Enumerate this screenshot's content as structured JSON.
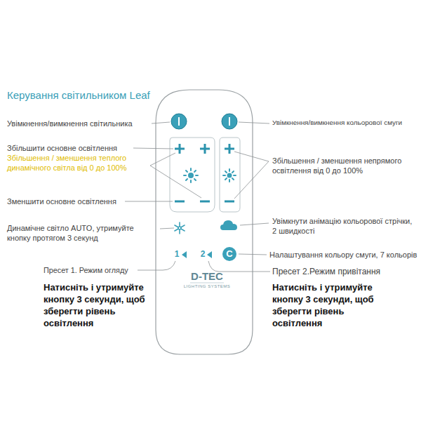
{
  "diagram": {
    "title": "Керування світильником Leaf",
    "labels": [
      "Увімкнення/вимкнення світильника",
      "Збільшити основне освітлення",
      "Збільшення / зменшення теплого динамічного світла від 0 до 100%",
      "Зменшити основне освітлення",
      "Динамічне світло AUTO, утримуйте кнопку протягом 3 секунд",
      "Пресет 1. Режим огляду",
      "Натисніть і утримуйте кнопку 3 секунди, щоб зберегти рівень освітлення",
      "Увімкнення/вимкнення кольорової смуги",
      "Збільшення / зменшення непрямого освітлення від 0 до 100%",
      "Увімкнути анімацію кольорової стрічки, 2 швидкості",
      "Налаштування кольору смуги, 7 кольорів",
      "Пресет 2.Режим привітання",
      "Натисніть і утримуйте кнопку 3 секунди, щоб зберегти рівень освітлення",
      "D-TEC",
      "LIGHTING SYSTEMS",
      "1",
      "2",
      "C"
    ]
  }
}
